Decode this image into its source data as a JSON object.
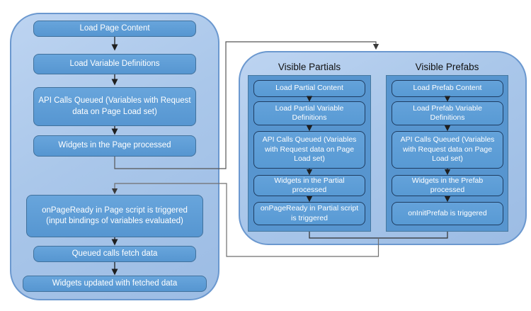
{
  "diagram_title": "Page load lifecycle flow",
  "colors": {
    "container_fill": "#aac7ea",
    "container_border": "#6b98cf",
    "panel_fill": "#5795cf",
    "box_fill": "#5b9bd5",
    "box_border_light": "#41719c",
    "box_border_dark": "#1e3c61",
    "box_text": "#ffffff",
    "title_text": "#111111",
    "connector_gray": "#666666",
    "arrow_black": "#1f1f1f"
  },
  "page_flow": {
    "boxes": [
      "Load Page Content",
      "Load Variable Definitions",
      "API Calls Queued (Variables with Request data on Page Load set)",
      "Widgets in the Page processed",
      "onPageReady in Page script is triggered (input bindings of variables evaluated)",
      "Queued calls fetch data",
      "Widgets updated with fetched data"
    ]
  },
  "partials": {
    "title": "Visible Partials",
    "boxes": [
      "Load Partial Content",
      "Load Partial Variable Definitions",
      "API Calls Queued (Variables with Request data on Page Load set)",
      "Widgets in the Partial processed",
      "onPageReady in Partial script  is triggered"
    ]
  },
  "prefabs": {
    "title": "Visible Prefabs",
    "boxes": [
      "Load Prefab Content",
      "Load Prefab Variable Definitions",
      "API Calls Queued (Variables with Request data on Page Load set)",
      "Widgets in the Prefab processed",
      "onInitPrefab is triggered"
    ]
  }
}
